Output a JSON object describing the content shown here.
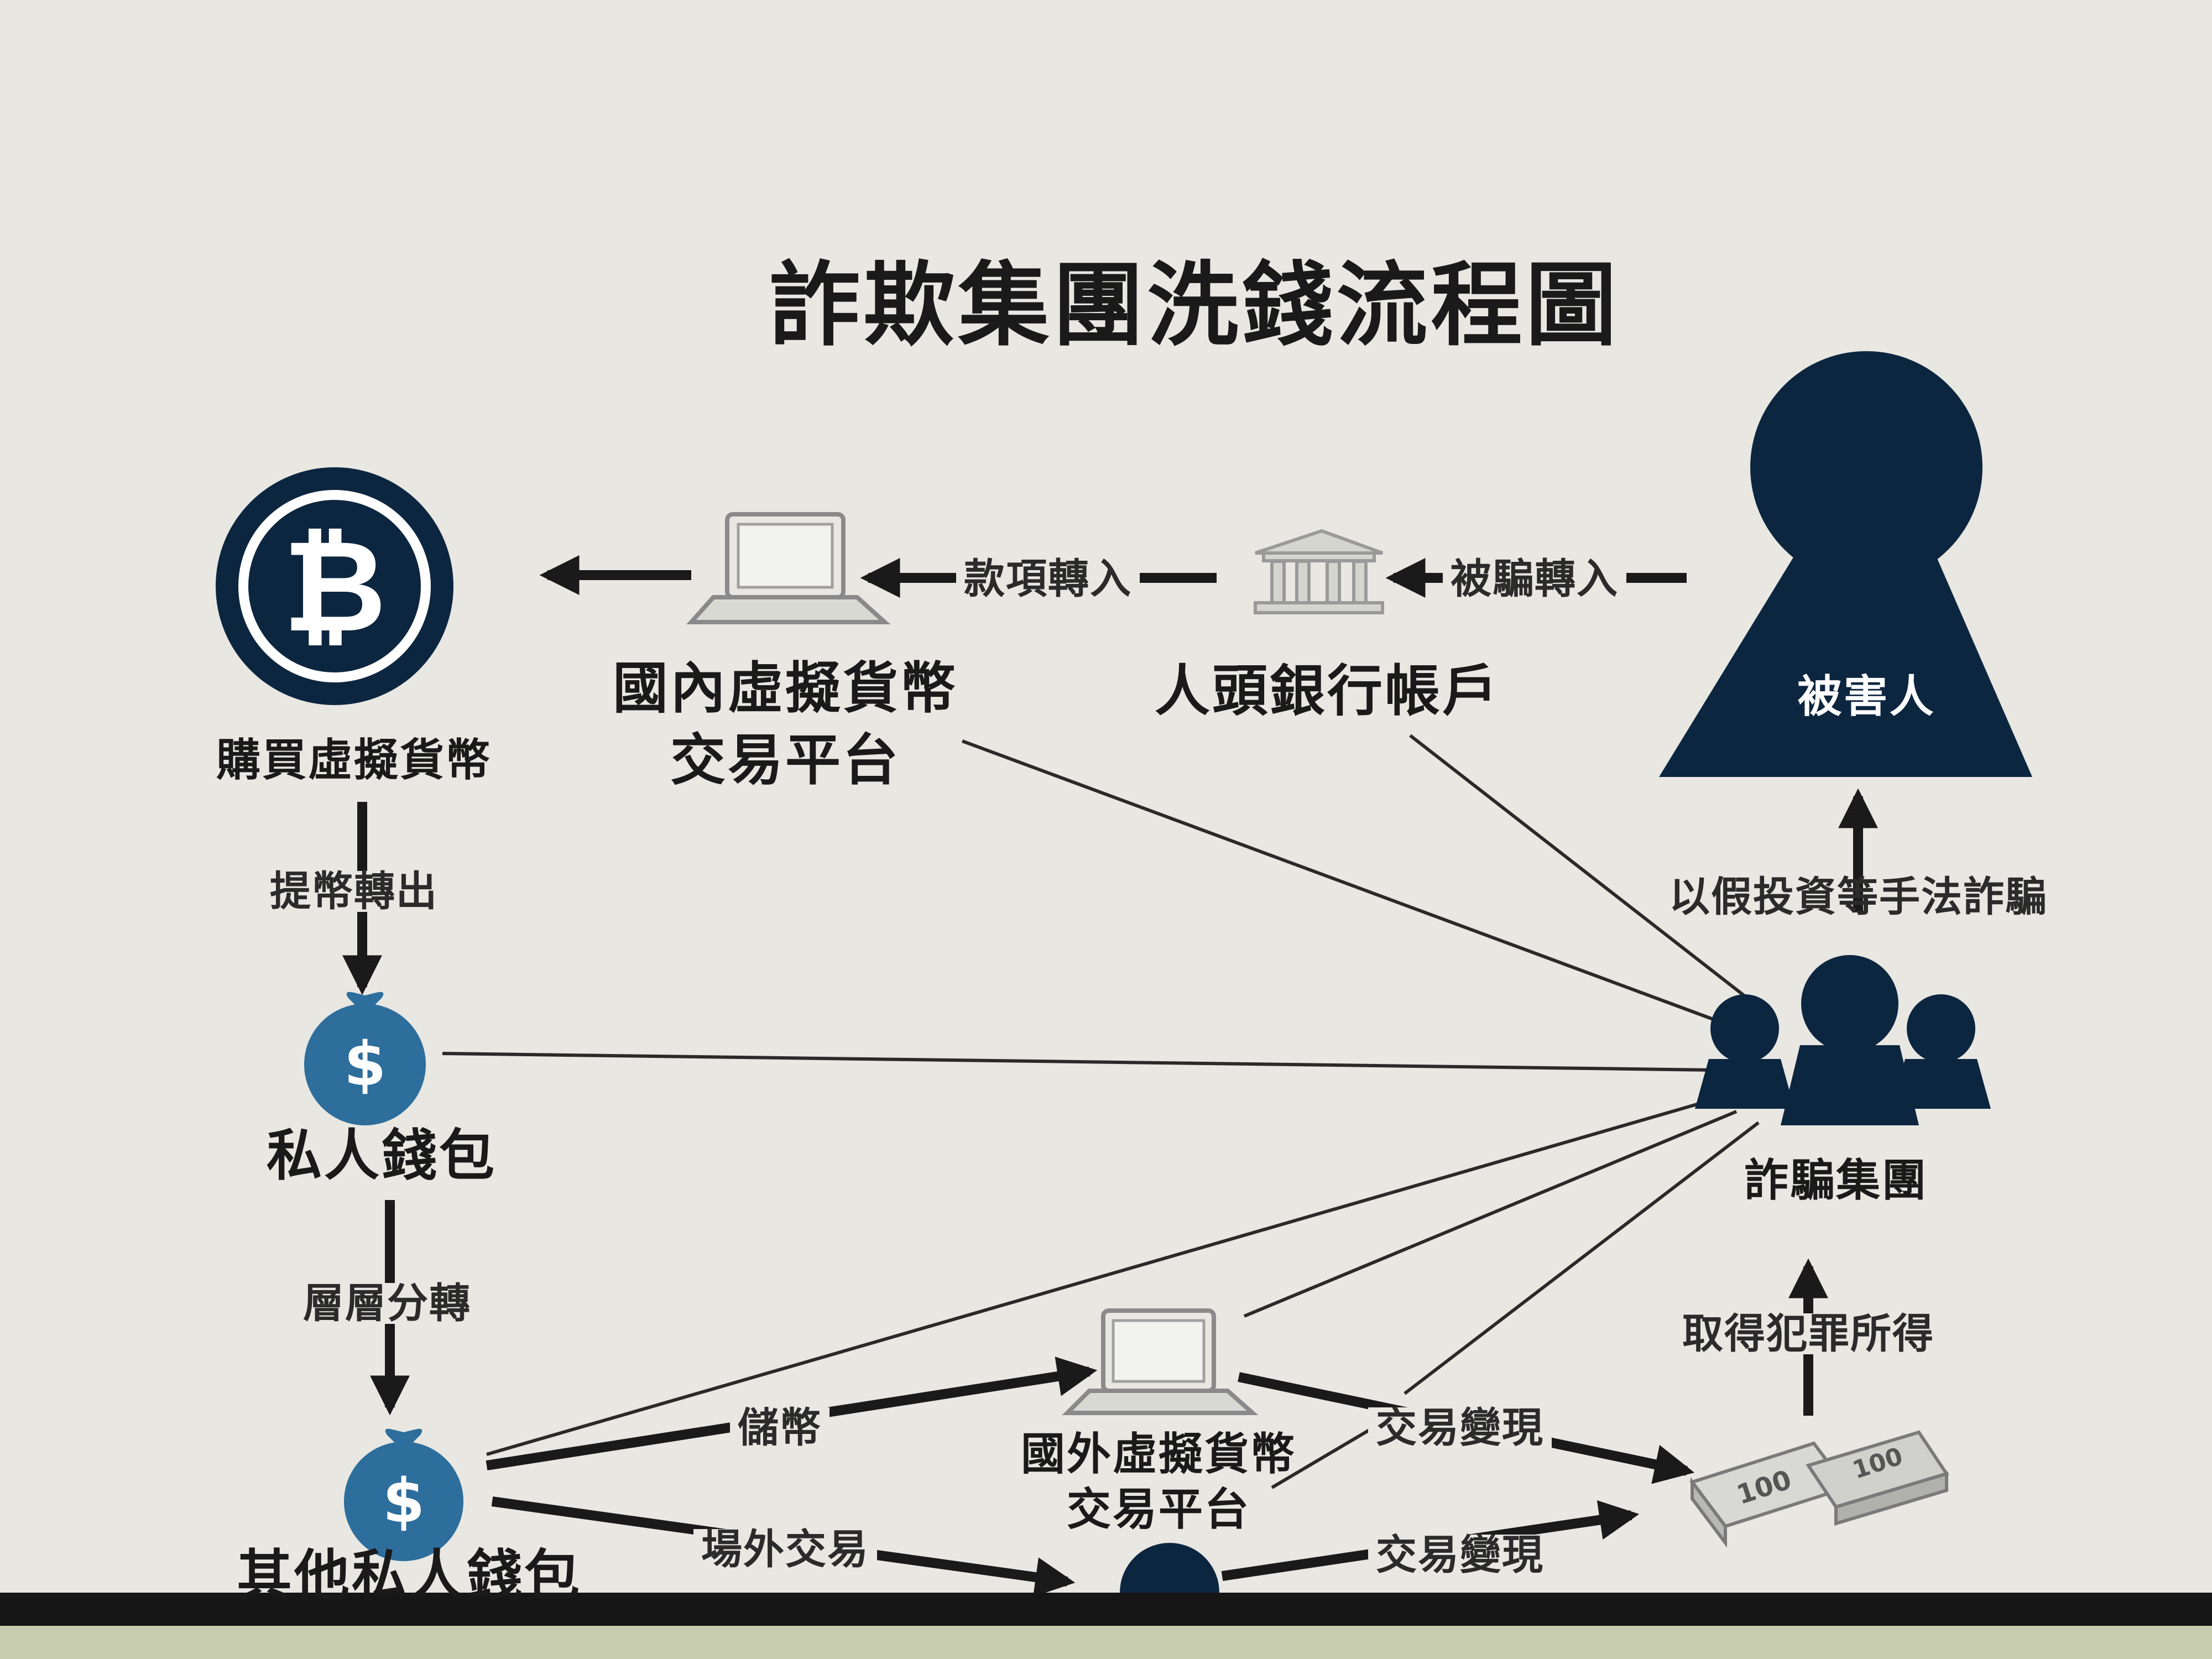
{
  "title": "詐欺集團洗錢流程圖",
  "nodes": {
    "buy_crypto": "購買虛擬貨幣",
    "domestic_platform_line1": "國內虛擬貨幣",
    "domestic_platform_line2": "交易平台",
    "nominee_account": "人頭銀行帳戶",
    "victim": "被害人",
    "private_wallet": "私人錢包",
    "fraud_group": "詐騙集團",
    "other_wallet": "其他私人錢包",
    "overseas_platform_line1": "國外虛擬貨幣",
    "overseas_platform_line2": "交易平台"
  },
  "edges": {
    "scammed_transfer": "被騙轉入",
    "funds_transfer": "款項轉入",
    "withdraw_out": "提幣轉出",
    "layered_transfer": "層層分轉",
    "fake_investment": "以假投資等手法詐騙",
    "obtain_proceeds": "取得犯罪所得",
    "deposit": "儲幣",
    "otc_trade": "場外交易",
    "cash_out_1": "交易變現",
    "cash_out_2": "交易變現"
  },
  "icons": {
    "bitcoin": "₿",
    "dollar": "$",
    "cash_label_1": "100",
    "cash_label_2": "100"
  },
  "colors": {
    "navy": "#0d2640",
    "blue": "#2d6e9c",
    "ink": "#1a1a1a"
  }
}
